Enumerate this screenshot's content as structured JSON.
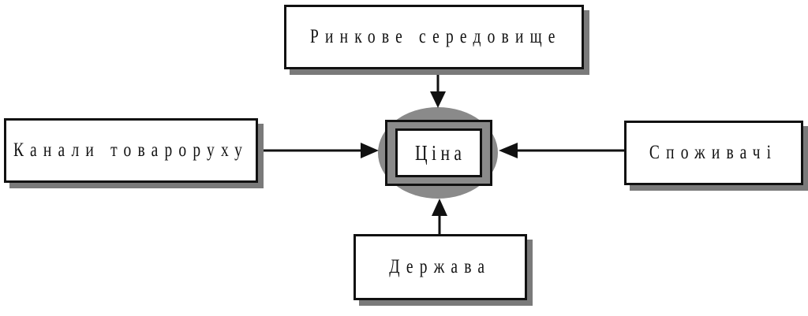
{
  "nodes": {
    "market": "Ринкове середовище",
    "channels": "Канали товароруху",
    "consumers": "Споживачі",
    "state": "Держава",
    "center": "Ціна"
  },
  "colors": {
    "ellipse": "#8a8a8a",
    "stroke": "#111111",
    "shadow": "#7a7a7a"
  }
}
